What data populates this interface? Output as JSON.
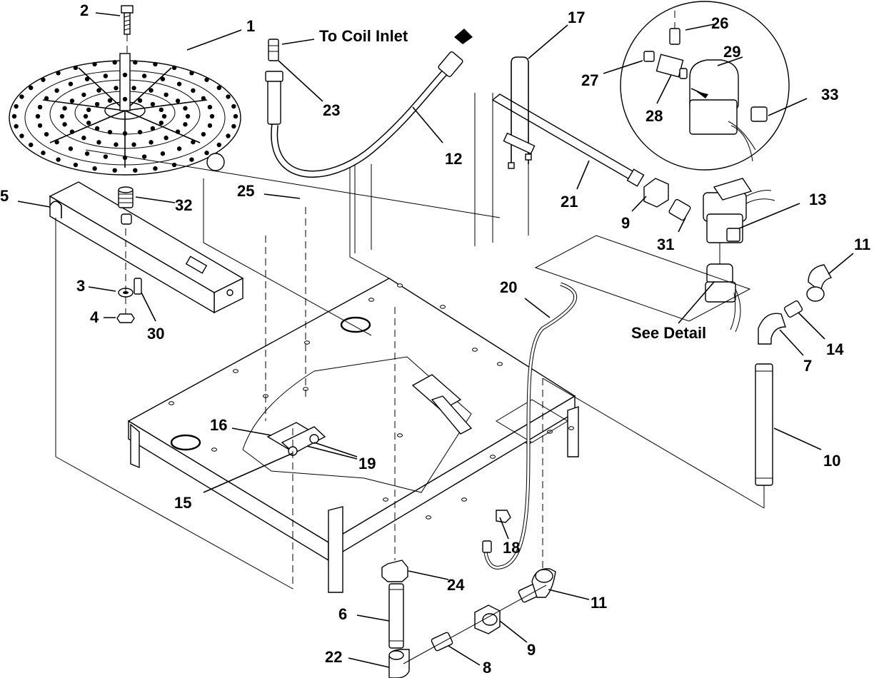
{
  "labels": {
    "p1": "1",
    "p2": "2",
    "p3": "3",
    "p4": "4",
    "p5": "5",
    "p6": "6",
    "p7": "7",
    "p8": "8",
    "p9a": "9",
    "p9b": "9",
    "p10": "10",
    "p11a": "11",
    "p11b": "11",
    "p12": "12",
    "p13": "13",
    "p14": "14",
    "p15": "15",
    "p16": "16",
    "p17": "17",
    "p18": "18",
    "p19": "19",
    "p20": "20",
    "p21": "21",
    "p22": "22",
    "p23": "23",
    "p24": "24",
    "p25": "25",
    "p26": "26",
    "p27": "27",
    "p28": "28",
    "p29": "29",
    "p30": "30",
    "p31": "31",
    "p32": "32",
    "p33": "33",
    "coil_inlet": "To Coil Inlet",
    "see_detail": "See Detail"
  }
}
